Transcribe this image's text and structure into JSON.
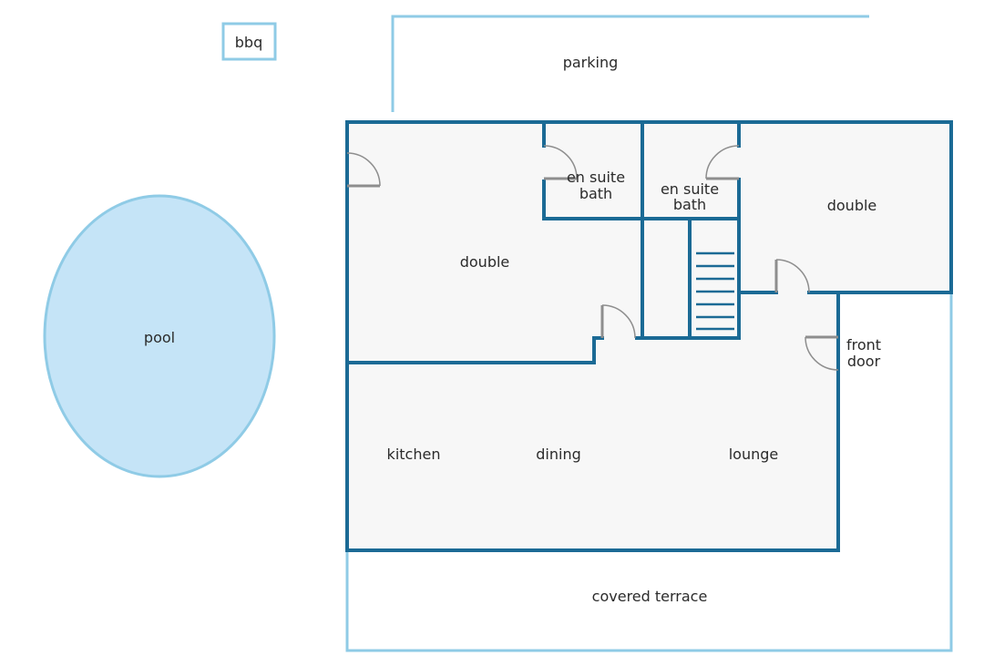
{
  "labels": {
    "bbq": "bbq",
    "parking": "parking",
    "pool": "pool",
    "double_left": "double",
    "ensuite_left_line1": "en suite",
    "ensuite_left_line2": "bath",
    "ensuite_right_line1": "en suite",
    "ensuite_right_line2": "bath",
    "double_right": "double",
    "front_door_line1": "front",
    "front_door_line2": "door",
    "kitchen": "kitchen",
    "dining": "dining",
    "lounge": "lounge",
    "covered_terrace": "covered terrace"
  },
  "colors": {
    "walls": "#1b6a95",
    "outdoor_outline": "#8fcbe6",
    "pool_fill": "#c5e4f7",
    "floor": "#f7f7f7",
    "doors": "#8e8e8e",
    "text": "#2b2b2b"
  }
}
